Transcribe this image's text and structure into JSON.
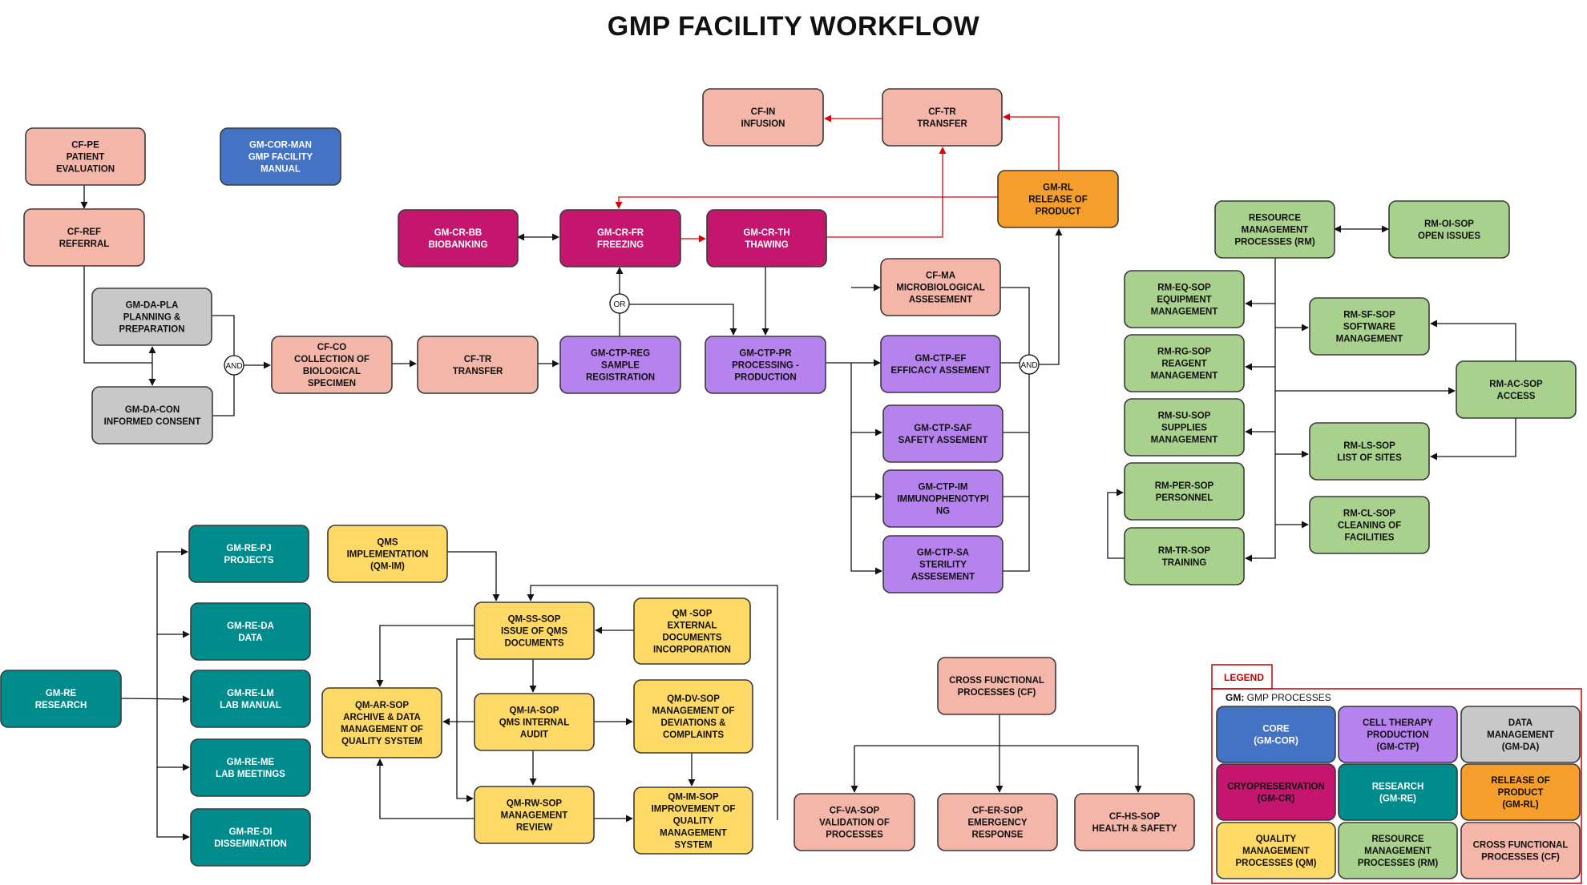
{
  "title": "GMP FACILITY WORKFLOW",
  "colors": {
    "cf": "#f4b6a9",
    "cor": "#4472c4",
    "da": "#c8c8c8",
    "cr": "#c4166f",
    "ctp": "#b683ee",
    "rl": "#f59e2c",
    "rm": "#a9d18e",
    "re": "#008c8c",
    "qm": "#ffd966",
    "red": "#e00000"
  },
  "nodes": {
    "cf_pe": [
      "CF-PE",
      "PATIENT",
      "EVALUATION"
    ],
    "cf_ref": [
      "CF-REF",
      "REFERRAL"
    ],
    "gm_cor_man": [
      "GM-COR-MAN",
      "GMP FACILITY",
      "MANUAL"
    ],
    "gm_da_pla": [
      "GM-DA-PLA",
      "PLANNING &",
      "PREPARATION"
    ],
    "gm_da_con": [
      "GM-DA-CON",
      "INFORMED CONSENT"
    ],
    "cf_co": [
      "CF-CO",
      "COLLECTION OF",
      "BIOLOGICAL",
      "SPECIMEN"
    ],
    "cf_tr1": [
      "CF-TR",
      "TRANSFER"
    ],
    "gm_ctp_reg": [
      "GM-CTP-REG",
      "SAMPLE",
      "REGISTRATION"
    ],
    "gm_ctp_pr": [
      "GM-CTP-PR",
      "PROCESSING -",
      "PRODUCTION"
    ],
    "gm_cr_bb": [
      "GM-CR-BB",
      "BIOBANKING"
    ],
    "gm_cr_fr": [
      "GM-CR-FR",
      "FREEZING"
    ],
    "gm_cr_th": [
      "GM-CR-TH",
      "THAWING"
    ],
    "cf_in": [
      "CF-IN",
      "INFUSION"
    ],
    "cf_tr2": [
      "CF-TR",
      "TRANSFER"
    ],
    "gm_rl": [
      "GM-RL",
      "RELEASE OF",
      "PRODUCT"
    ],
    "cf_ma": [
      "CF-MA",
      "MICROBIOLOGICAL",
      "ASSESEMENT"
    ],
    "gm_ctp_ef": [
      "GM-CTP-EF",
      "EFFICACY ASSEMENT"
    ],
    "gm_ctp_saf": [
      "GM-CTP-SAF",
      "SAFETY ASSEMENT"
    ],
    "gm_ctp_im": [
      "GM-CTP-IM",
      "IMMUNOPHENOTYPI",
      "NG"
    ],
    "gm_ctp_sa": [
      "GM-CTP-SA",
      "STERILITY",
      "ASSESEMENT"
    ],
    "rm": [
      "RESOURCE",
      "MANAGEMENT",
      "PROCESSES (RM)"
    ],
    "rm_oi": [
      "RM-OI-SOP",
      "OPEN ISSUES"
    ],
    "rm_eq": [
      "RM-EQ-SOP",
      "EQUIPMENT",
      "MANAGEMENT"
    ],
    "rm_sf": [
      "RM-SF-SOP",
      "SOFTWARE",
      "MANAGEMENT"
    ],
    "rm_rg": [
      "RM-RG-SOP",
      "REAGENT",
      "MANAGEMENT"
    ],
    "rm_ac": [
      "RM-AC-SOP",
      "ACCESS"
    ],
    "rm_su": [
      "RM-SU-SOP",
      "SUPPLIES",
      "MANAGEMENT"
    ],
    "rm_ls": [
      "RM-LS-SOP",
      "LIST OF SITES"
    ],
    "rm_per": [
      "RM-PER-SOP",
      "PERSONNEL"
    ],
    "rm_cl": [
      "RM-CL-SOP",
      "CLEANING OF",
      "FACILITIES"
    ],
    "rm_tr": [
      "RM-TR-SOP",
      "TRAINING"
    ],
    "gm_re": [
      "GM-RE",
      "RESEARCH"
    ],
    "gm_re_pj": [
      "GM-RE-PJ",
      "PROJECTS"
    ],
    "gm_re_da": [
      "GM-RE-DA",
      "DATA"
    ],
    "gm_re_lm": [
      "GM-RE-LM",
      "LAB MANUAL"
    ],
    "gm_re_me": [
      "GM-RE-ME",
      "LAB MEETINGS"
    ],
    "gm_re_di": [
      "GM-RE-DI",
      "DISSEMINATION"
    ],
    "qms_impl": [
      "QMS",
      "IMPLEMENTATION",
      "(QM-IM)"
    ],
    "qm_ss": [
      "QM-SS-SOP",
      "ISSUE OF QMS",
      "DOCUMENTS"
    ],
    "qm_sop": [
      "QM -SOP",
      "EXTERNAL",
      "DOCUMENTS",
      "INCORPORATION"
    ],
    "qm_ar": [
      "QM-AR-SOP",
      "ARCHIVE & DATA",
      "MANAGEMENT OF",
      "QUALITY SYSTEM"
    ],
    "qm_ia": [
      "QM-IA-SOP",
      "QMS INTERNAL",
      "AUDIT"
    ],
    "qm_dv": [
      "QM-DV-SOP",
      "MANAGEMENT OF",
      "DEVIATIONS &",
      "COMPLAINTS"
    ],
    "qm_rw": [
      "QM-RW-SOP",
      "MANAGEMENT",
      "REVIEW"
    ],
    "qm_im": [
      "QM-IM-SOP",
      "IMPROVEMENT OF",
      "QUALITY",
      "MANAGEMENT",
      "SYSTEM"
    ],
    "cf_main": [
      "CROSS FUNCTIONAL",
      "PROCESSES (CF)"
    ],
    "cf_va": [
      "CF-VA-SOP",
      "VALIDATION OF",
      "PROCESSES"
    ],
    "cf_er": [
      "CF-ER-SOP",
      "EMERGENCY",
      "RESPONSE"
    ],
    "cf_hs": [
      "CF-HS-SOP",
      "HEALTH & SAFETY"
    ]
  },
  "gates": {
    "and1": "AND",
    "or1": "OR",
    "and2": "AND"
  },
  "legend": {
    "header": "LEGEND",
    "sub_bold": "GM:",
    "sub_text": " GMP PROCESSES",
    "items": {
      "cor": [
        "CORE",
        "(GM-COR)"
      ],
      "ctp": [
        "CELL THERAPY",
        "PRODUCTION",
        "(GM-CTP)"
      ],
      "da": [
        "DATA",
        "MANAGEMENT",
        "(GM-DA)"
      ],
      "cr": [
        "CRYOPRESERVATION",
        "(GM-CR)"
      ],
      "re": [
        "RESEARCH",
        "(GM-RE)"
      ],
      "rl": [
        "RELEASE OF",
        "PRODUCT",
        "(GM-RL)"
      ],
      "qm": [
        "QUALITY",
        "MANAGEMENT",
        "PROCESSES (QM)"
      ],
      "rm": [
        "RESOURCE",
        "MANAGEMENT",
        "PROCESSES (RM)"
      ],
      "cf": [
        "CROSS FUNCTIONAL",
        "PROCESSES (CF)"
      ]
    }
  }
}
